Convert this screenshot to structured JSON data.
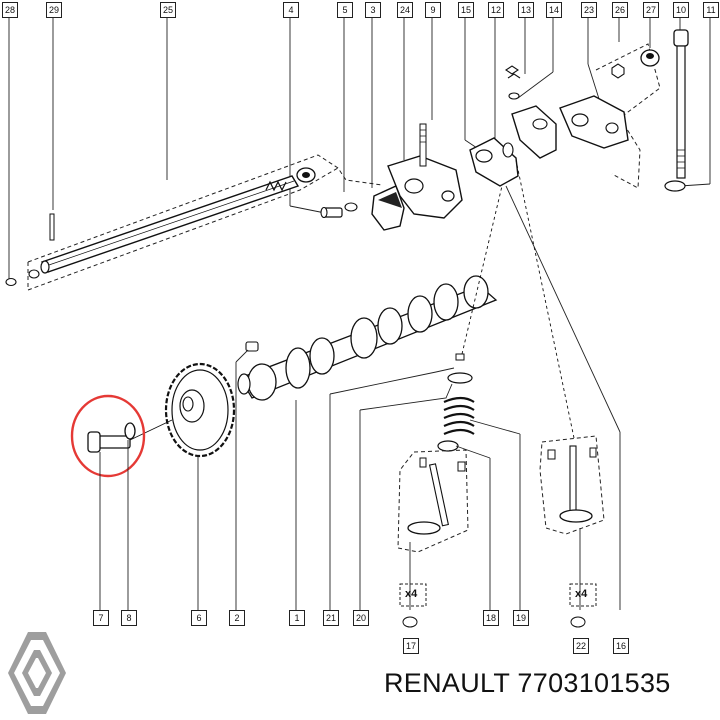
{
  "callouts": {
    "top": [
      "28",
      "29",
      "25",
      "4",
      "5",
      "3",
      "24",
      "9",
      "15",
      "12",
      "13",
      "14",
      "23",
      "26",
      "27",
      "10",
      "11"
    ],
    "bottom": [
      "7",
      "8",
      "6",
      "2",
      "1",
      "21",
      "20",
      "17",
      "18",
      "19",
      "22",
      "16"
    ]
  },
  "quantities": {
    "left": "x4",
    "right": "x4"
  },
  "brand": {
    "text": "RENAULT 7703101535",
    "logo": "renault-logo"
  },
  "highlight": {
    "color": "#e53935"
  }
}
